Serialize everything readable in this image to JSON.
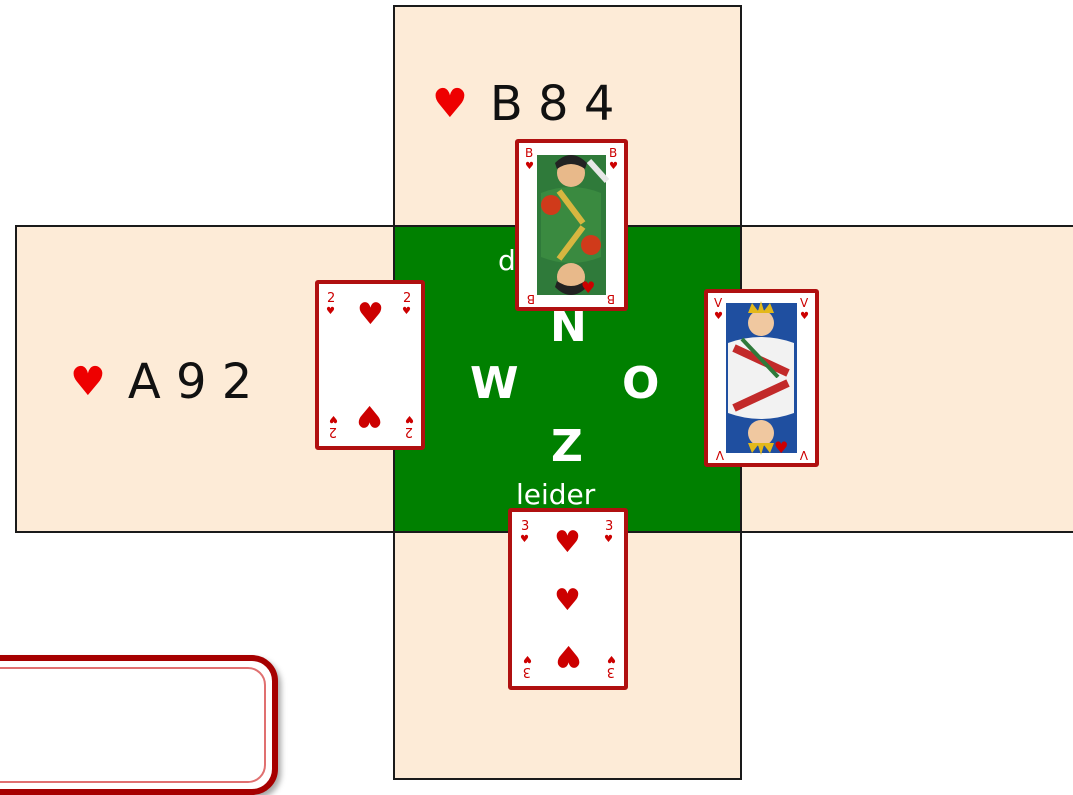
{
  "north": {
    "suit_symbol": "♥",
    "cards": "B 8 4"
  },
  "west": {
    "suit_symbol": "♥",
    "cards": "A 9 2"
  },
  "center": {
    "dummy_label": "dummy",
    "leader_label": "leider",
    "compass": {
      "north": "N",
      "west": "W",
      "east": "O",
      "south": "Z"
    }
  },
  "played_cards": {
    "north": {
      "rank": "B",
      "suit": "hearts",
      "name": "jack-of-hearts"
    },
    "west": {
      "rank": "2",
      "suit": "hearts",
      "name": "two-of-hearts"
    },
    "east": {
      "rank": "V",
      "suit": "hearts",
      "name": "queen-of-hearts"
    },
    "south": {
      "rank": "3",
      "suit": "hearts",
      "name": "three-of-hearts"
    }
  },
  "colors": {
    "table_green": "#008000",
    "panel_beige": "#fdebd7",
    "card_border": "#b01010",
    "heart_red": "#ee0000"
  }
}
